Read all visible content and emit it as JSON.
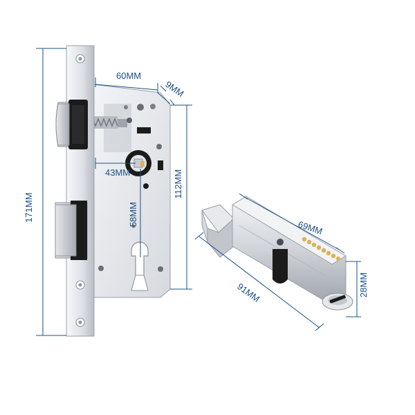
{
  "colors": {
    "dimension": "#1a4f86",
    "steel_light": "#eef0f4",
    "steel_mid": "#c9cdd3",
    "steel_dark": "#8c9198",
    "black_part": "#1b1b1b",
    "brass": "#d9b35a"
  },
  "dimensions": {
    "body_width": "60MM",
    "faceplate_thickness": "9MM",
    "backset": "43MM",
    "body_height": "112MM",
    "center_distance": "58MM",
    "faceplate_height": "171MM",
    "cylinder_half": "69MM",
    "cylinder_length": "91MM",
    "cylinder_diameter": "28MM"
  }
}
